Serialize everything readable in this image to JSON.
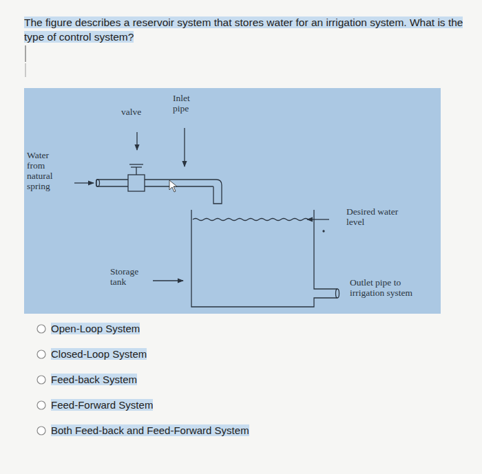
{
  "diagram": {
    "title": "The figure describes a reservoir system that stores water for an irrigation system. What is the type of control system?",
    "labels": [
      "valve",
      "Inlet pipe",
      "Water from natural spring",
      "Desired water level",
      "Storage tank",
      "Outlet pipe to irrigation system",
      "Open-Loop System",
      "Closed-Loop System",
      "Feed-back System",
      "Feed-Forward System",
      "Both Feed-back and Feed-Forward System"
    ]
  }
}
